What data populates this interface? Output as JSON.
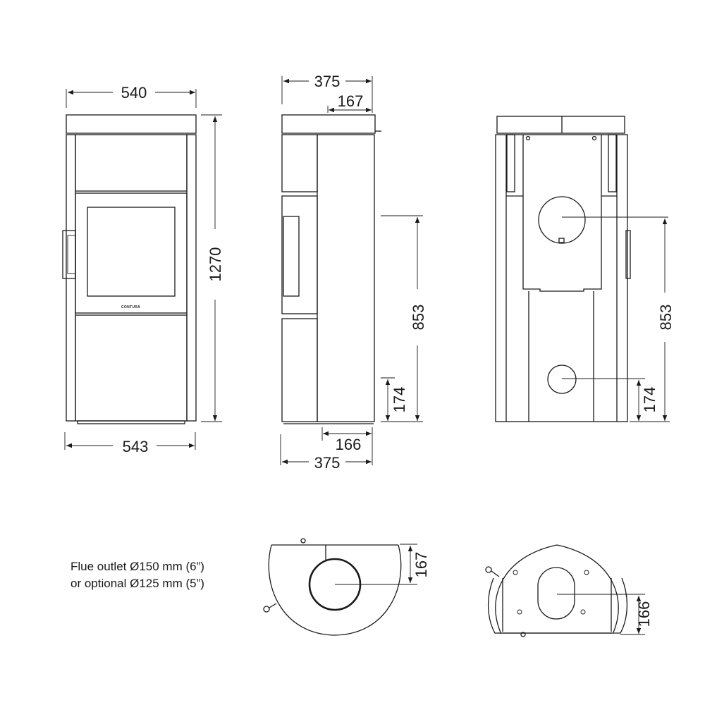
{
  "front_view": {
    "width_top": "540",
    "width_bottom": "543",
    "height": "1270",
    "logo_text": "CONTURA"
  },
  "side_view": {
    "depth_top": "375",
    "top_offset": "167",
    "bottom_offset": "166",
    "depth_bottom": "375",
    "flue_height": "853",
    "air_inlet_height": "174"
  },
  "rear_view": {
    "flue_height": "853",
    "air_inlet_height": "174"
  },
  "top_view": {
    "flue_offset": "167"
  },
  "bottom_view": {
    "air_inlet_offset": "166"
  },
  "note": {
    "line1": "Flue outlet Ø150 mm (6”)",
    "line2": "or optional Ø125 mm (5”)"
  }
}
